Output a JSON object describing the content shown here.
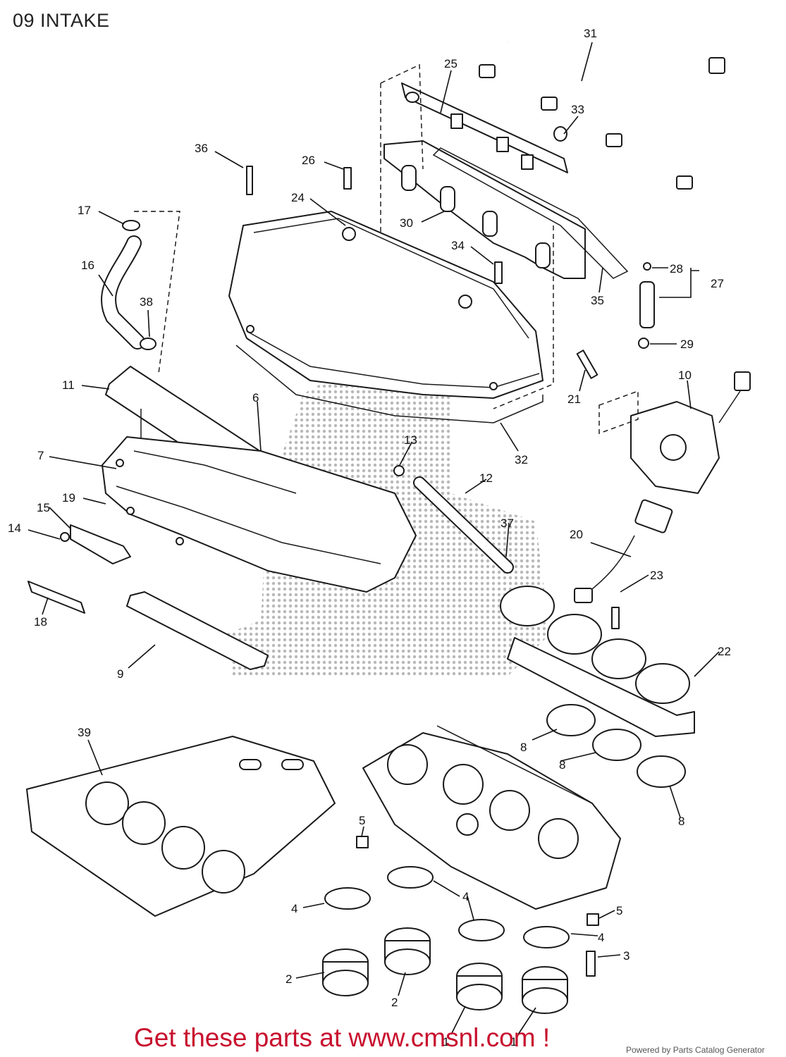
{
  "title": "09 INTAKE",
  "callouts": [
    {
      "id": "c31",
      "label": "31"
    },
    {
      "id": "c25",
      "label": "25"
    },
    {
      "id": "c33",
      "label": "33"
    },
    {
      "id": "c36",
      "label": "36"
    },
    {
      "id": "c26",
      "label": "26"
    },
    {
      "id": "c24",
      "label": "24"
    },
    {
      "id": "c17",
      "label": "17"
    },
    {
      "id": "c30",
      "label": "30"
    },
    {
      "id": "c34",
      "label": "34"
    },
    {
      "id": "c16",
      "label": "16"
    },
    {
      "id": "c28",
      "label": "28"
    },
    {
      "id": "c27",
      "label": "27"
    },
    {
      "id": "c38",
      "label": "38"
    },
    {
      "id": "c35",
      "label": "35"
    },
    {
      "id": "c29",
      "label": "29"
    },
    {
      "id": "c10",
      "label": "10"
    },
    {
      "id": "c11",
      "label": "11"
    },
    {
      "id": "c21",
      "label": "21"
    },
    {
      "id": "c6",
      "label": "6"
    },
    {
      "id": "c32",
      "label": "32"
    },
    {
      "id": "c7",
      "label": "7"
    },
    {
      "id": "c13",
      "label": "13"
    },
    {
      "id": "c12",
      "label": "12"
    },
    {
      "id": "c19",
      "label": "19"
    },
    {
      "id": "c15",
      "label": "15"
    },
    {
      "id": "c37",
      "label": "37"
    },
    {
      "id": "c20",
      "label": "20"
    },
    {
      "id": "c14",
      "label": "14"
    },
    {
      "id": "c23",
      "label": "23"
    },
    {
      "id": "c18",
      "label": "18"
    },
    {
      "id": "c22",
      "label": "22"
    },
    {
      "id": "c9",
      "label": "9"
    },
    {
      "id": "c39",
      "label": "39"
    },
    {
      "id": "c8a",
      "label": "8"
    },
    {
      "id": "c8b",
      "label": "8"
    },
    {
      "id": "c8c",
      "label": "8"
    },
    {
      "id": "c5a",
      "label": "5"
    },
    {
      "id": "c5b",
      "label": "5"
    },
    {
      "id": "c4a",
      "label": "4"
    },
    {
      "id": "c4b",
      "label": "4"
    },
    {
      "id": "c4c",
      "label": "4"
    },
    {
      "id": "c3",
      "label": "3"
    },
    {
      "id": "c2a",
      "label": "2"
    },
    {
      "id": "c2b",
      "label": "2"
    },
    {
      "id": "c1a",
      "label": "1"
    },
    {
      "id": "c1b",
      "label": "1"
    }
  ],
  "footer": {
    "cta": "Get these parts at www.cmsnl.com !",
    "powered_by": "Powered by Parts Catalog Generator"
  }
}
